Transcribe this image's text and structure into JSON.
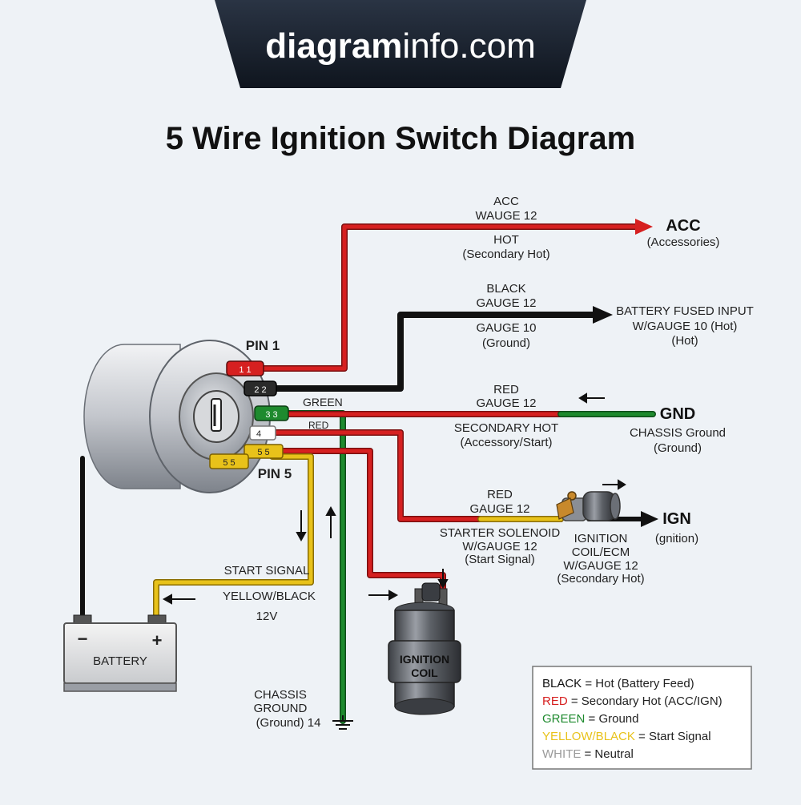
{
  "header": {
    "brand_prefix": "diagram",
    "brand_suffix": "info",
    "brand_tld": ".com"
  },
  "title": "5 Wire Ignition Switch Diagram",
  "switch": {
    "pin1_label": "PIN 1",
    "pin5_label": "PIN 5",
    "pins": [
      {
        "id": "pin-1",
        "text": "1  1"
      },
      {
        "id": "pin-2",
        "text": "2  2"
      },
      {
        "id": "pin-3",
        "text": "3  3"
      },
      {
        "id": "pin-4",
        "text": "4"
      },
      {
        "id": "pin-5a",
        "text": "5  5"
      },
      {
        "id": "pin-5b",
        "text": "5  5"
      }
    ]
  },
  "wires": {
    "acc_line1": "ACC",
    "acc_line2": "WAUGE 12",
    "acc_hot_line1": "HOT",
    "acc_hot_line2": "(Secondary Hot)",
    "acc_end_title": "ACC",
    "acc_end_sub": "(Accessories)",
    "black_line1": "BLACK",
    "black_line2": "GAUGE 12",
    "black_gauge_line1": "GAUGE 10",
    "black_gauge_line2": "(Ground)",
    "battery_end_line1": "BATTERY FUSED INPUT",
    "battery_end_line2": "W/GAUGE 10 (Hot)",
    "battery_end_line3": "(Hot)",
    "green_label": "GREEN",
    "red_small_label": "RED",
    "gnd_red_line1": "RED",
    "gnd_red_line2": "GAUGE 12",
    "gnd_sec_line1": "SECONDARY HOT",
    "gnd_sec_line2": "(Accessory/Start)",
    "gnd_end_title": "GND",
    "gnd_end_sub1": "CHASSIS Ground",
    "gnd_end_sub2": "(Ground)",
    "ign_red_line1": "RED",
    "ign_red_line2": "GAUGE 12",
    "starter_line1": "STARTER SOLENOID",
    "starter_line2": "W/GAUGE 12",
    "starter_line3": "(Start Signal)",
    "coil_ecm_line1": "IGNITION",
    "coil_ecm_line2": "COIL/ECM",
    "coil_ecm_line3": "W/GAUGE 12",
    "coil_ecm_line4": "(Secondary Hot)",
    "ign_end_title": "IGN",
    "ign_end_sub": "(gnition)",
    "start_signal": "START SIGNAL",
    "yellow_black": "YELLOW/BLACK",
    "volts": "12V",
    "chassis_line1": "CHASSIS",
    "chassis_line2": "GROUND",
    "chassis_line3": "(Ground) 14"
  },
  "battery": {
    "label": "BATTERY",
    "minus": "−",
    "plus": "+"
  },
  "coil": {
    "line1": "IGNITION",
    "line2": "COIL"
  },
  "legend": {
    "items": [
      {
        "key": "BLACK",
        "desc": " = Hot (Battery Feed)",
        "color": "#111111"
      },
      {
        "key": "RED",
        "desc": " = Secondary Hot (ACC/IGN)",
        "color": "#d62020"
      },
      {
        "key": "GREEN",
        "desc": " = Ground",
        "color": "#1e8a2e"
      },
      {
        "key": "YELLOW/BLACK",
        "desc": " = Start Signal",
        "color": "#e8c21a"
      },
      {
        "key": "WHITE",
        "desc": " = Neutral",
        "color": "#9a9a9a"
      }
    ]
  },
  "colors": {
    "red": "#d62020",
    "black": "#111111",
    "green": "#1e8a2e",
    "yellow": "#e8c21a",
    "header_bg": "#1b2330"
  }
}
